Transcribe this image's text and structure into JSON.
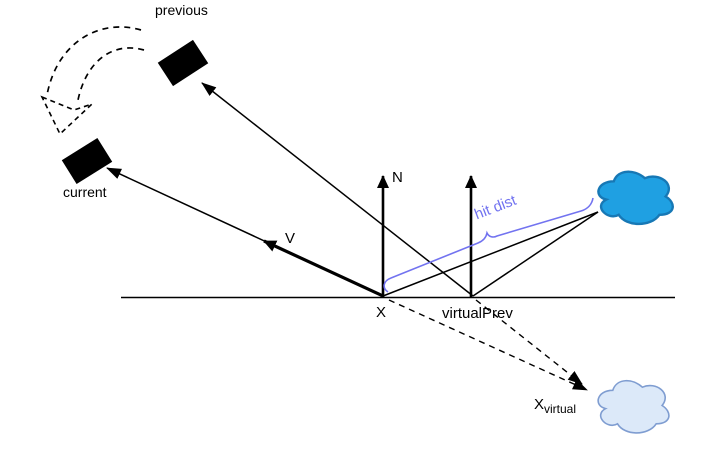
{
  "labels": {
    "previous": "previous",
    "current": "current",
    "normal": "N",
    "view_vector": "V",
    "surface_point": "X",
    "virtual_prev": "virtualPrev",
    "virtual_point_base": "X",
    "virtual_point_sub": "virtual",
    "hit_dist": "hit dist"
  },
  "colors": {
    "hit_dist": "#7273F0",
    "cloud_hit_fill": "#1FA0E2",
    "cloud_hit_stroke": "#1778B5",
    "cloud_virtual_fill": "#DCE9F9",
    "cloud_virtual_stroke": "#7F9DD1",
    "line": "#000000"
  }
}
